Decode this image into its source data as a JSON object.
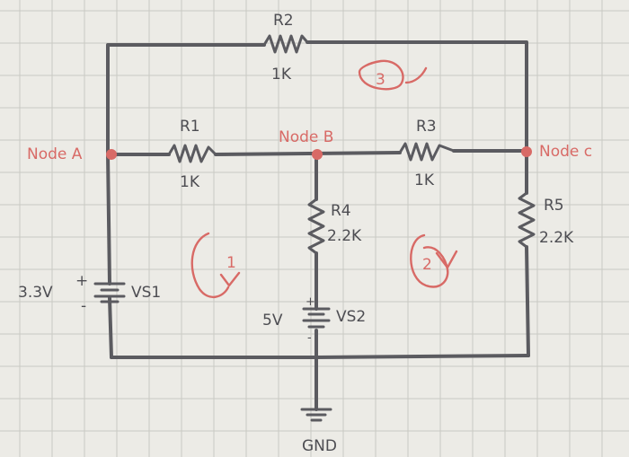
{
  "nodes": {
    "a": "Node A",
    "b": "Node B",
    "c": "Node c"
  },
  "resistors": {
    "r1": {
      "name": "R1",
      "value": "1K"
    },
    "r2": {
      "name": "R2",
      "value": "1K"
    },
    "r3": {
      "name": "R3",
      "value": "1K"
    },
    "r4": {
      "name": "R4",
      "value": "2.2K"
    },
    "r5": {
      "name": "R5",
      "value": "2.2K"
    }
  },
  "sources": {
    "vs1": {
      "name": "VS1",
      "value": "3.3V",
      "plus": "+",
      "minus": "-"
    },
    "vs2": {
      "name": "VS2",
      "value": "5V",
      "plus": "+",
      "minus": "-"
    }
  },
  "ground": {
    "label": "GND"
  },
  "loops": [
    "1",
    "2",
    "3"
  ],
  "colors": {
    "wire": "#5b5b60",
    "annotation": "#d86a66",
    "paper": "#ecebe6",
    "grid": "#c9c9c4"
  }
}
